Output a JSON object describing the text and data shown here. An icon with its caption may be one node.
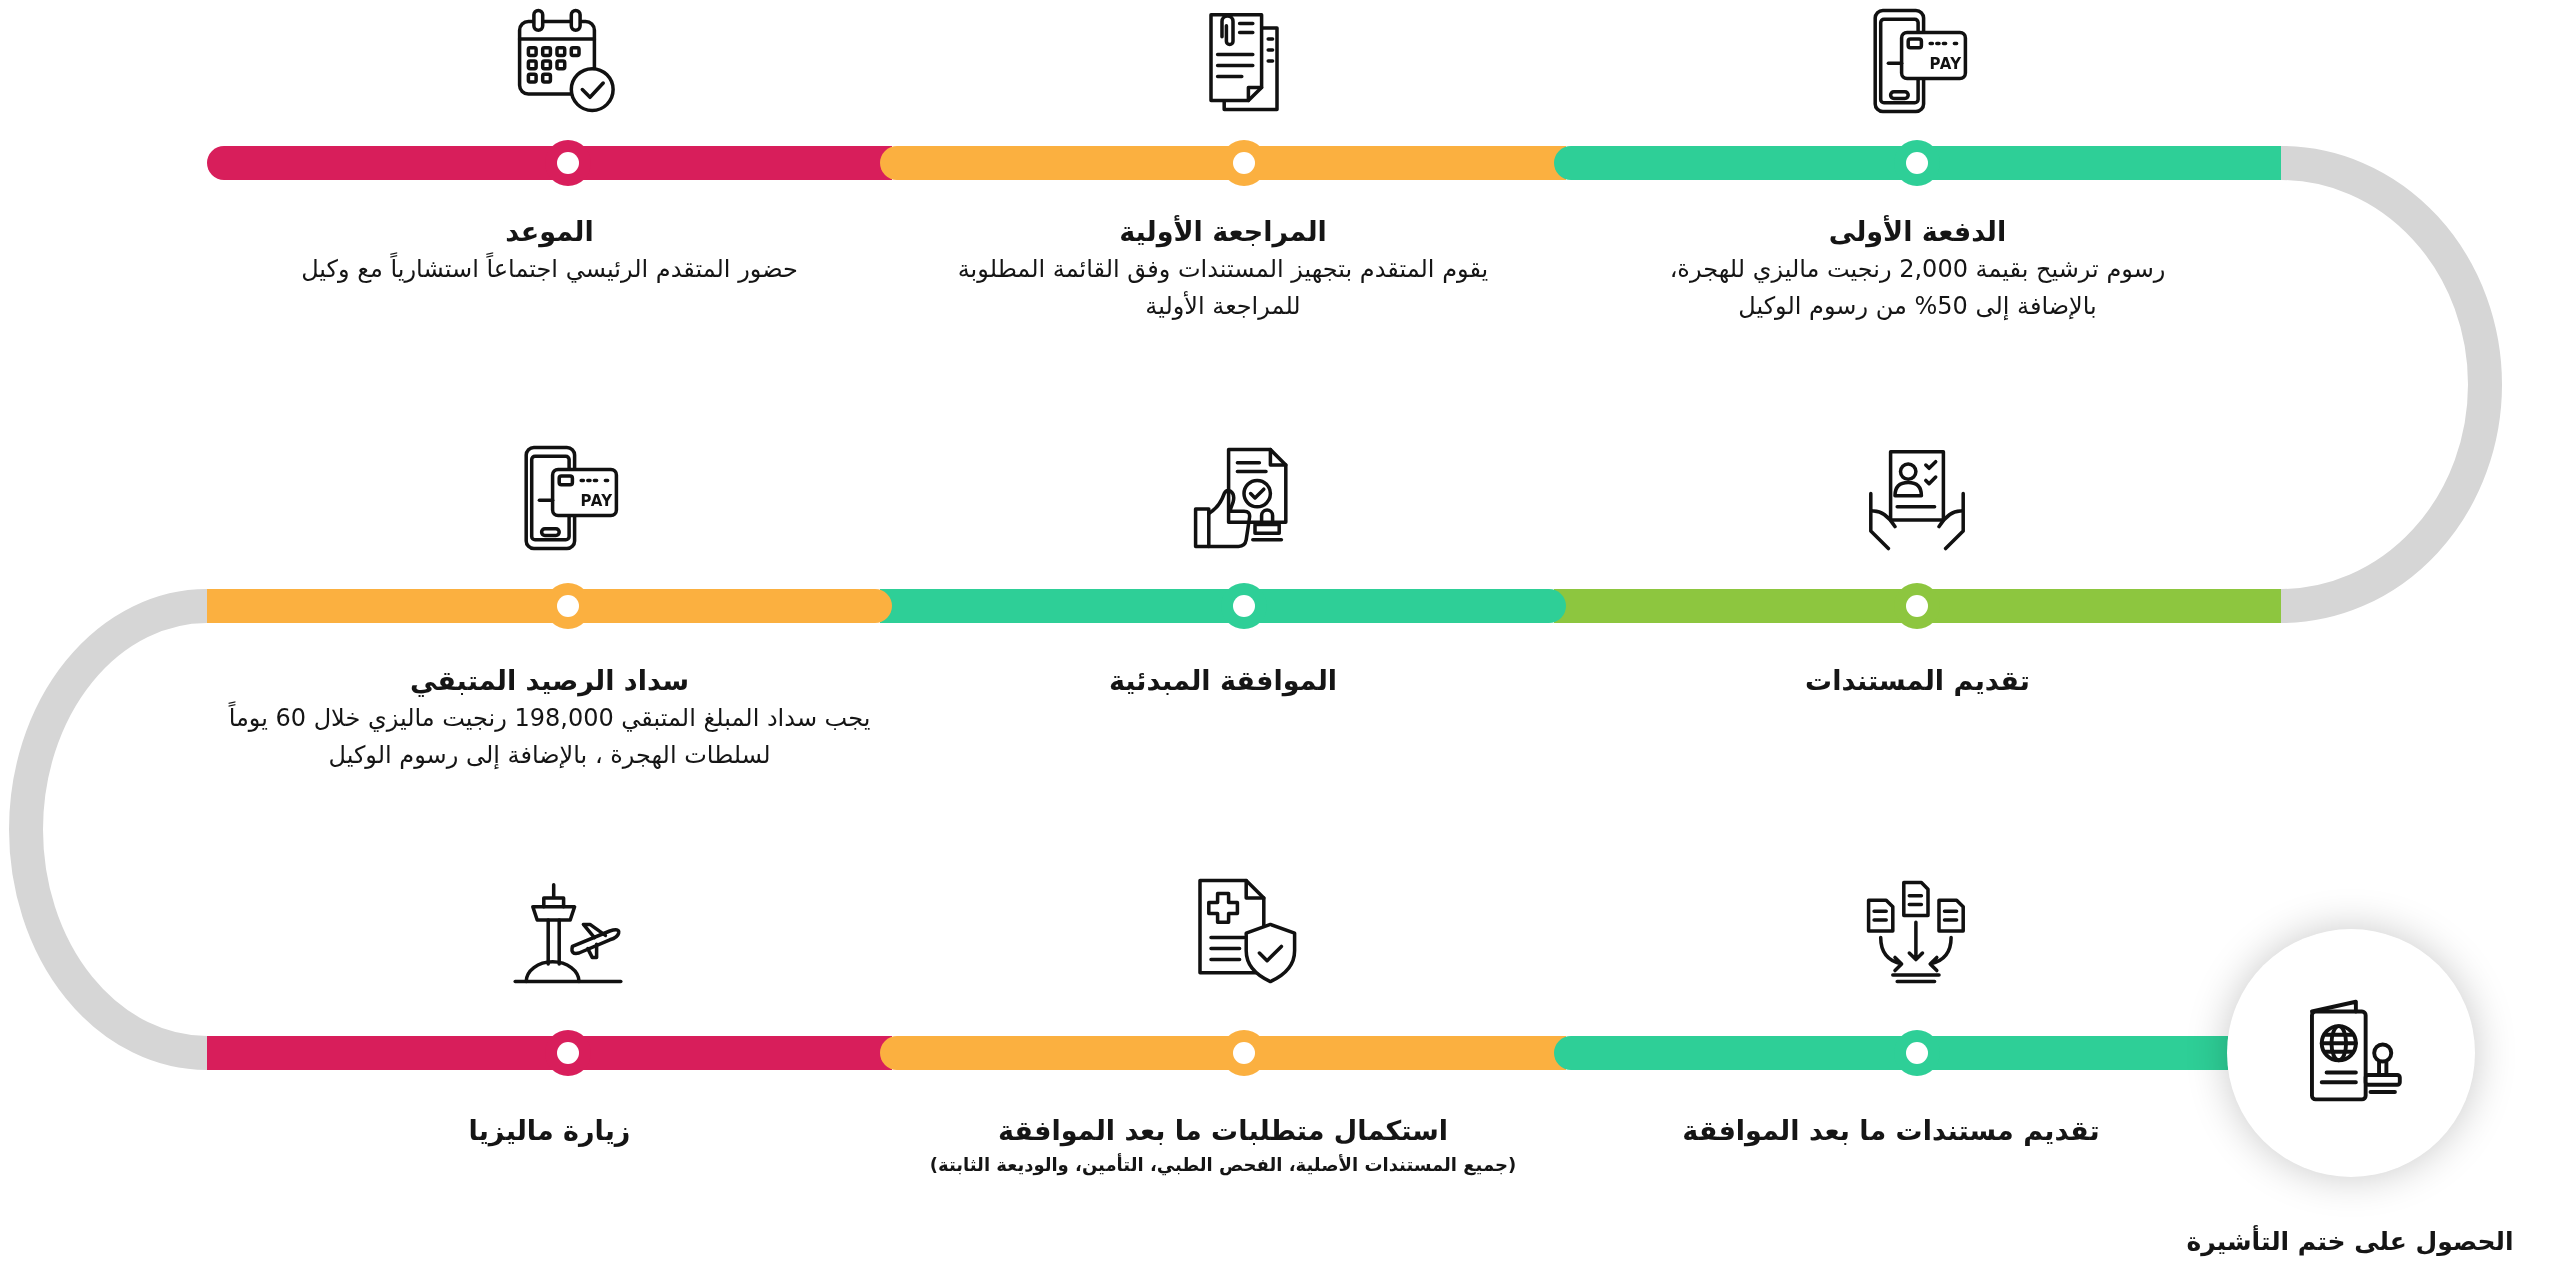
{
  "diagram": {
    "nodes": [
      {
        "text": [
          "الموعد",
          "حضور المتقدم الرئيسي اجتماعاً استشارياً مع وكيل"
        ]
      },
      {
        "text": [
          "المراجعة الأولية",
          "يقوم المتقدم بتجهيز المستندات وفق القائمة المطلوبة للمراجعة الأولية"
        ]
      },
      {
        "text": [
          "الدفعة الأولى",
          "رسوم ترشيح بقيمة 2,000 رنجيت ماليزي للهجرة، بالإضافة إلى 50% من رسوم الوكيل"
        ]
      },
      {
        "text": [
          "تقديم المستندات"
        ]
      },
      {
        "text": [
          "الموافقة المبدئية"
        ]
      },
      {
        "text": [
          "سداد الرصيد المتبقي",
          "يجب سداد المبلغ المتبقي 198,000 رنجيت ماليزي خلال 60 يوماً لسلطات الهجرة ، بالإضافة إلى رسوم الوكيل"
        ]
      },
      {
        "text": [
          "زيارة ماليزيا"
        ]
      },
      {
        "text": [
          "استكمال متطلبات ما بعد الموافقة",
          "(جميع المستندات الأصلية، الفحص الطبي، التأمين، والوديعة الثابتة)"
        ]
      },
      {
        "text": [
          "تقديم مستندات ما بعد الموافقة"
        ]
      },
      {
        "text": [
          "الحصول على ختم التأشيرة"
        ]
      }
    ],
    "edges": [
      {
        "from": 2,
        "to": 3,
        "arrow": "none"
      },
      {
        "from": 5,
        "to": 6,
        "arrow": "none"
      }
    ],
    "labels": [
      "PAY",
      "PAY"
    ]
  }
}
